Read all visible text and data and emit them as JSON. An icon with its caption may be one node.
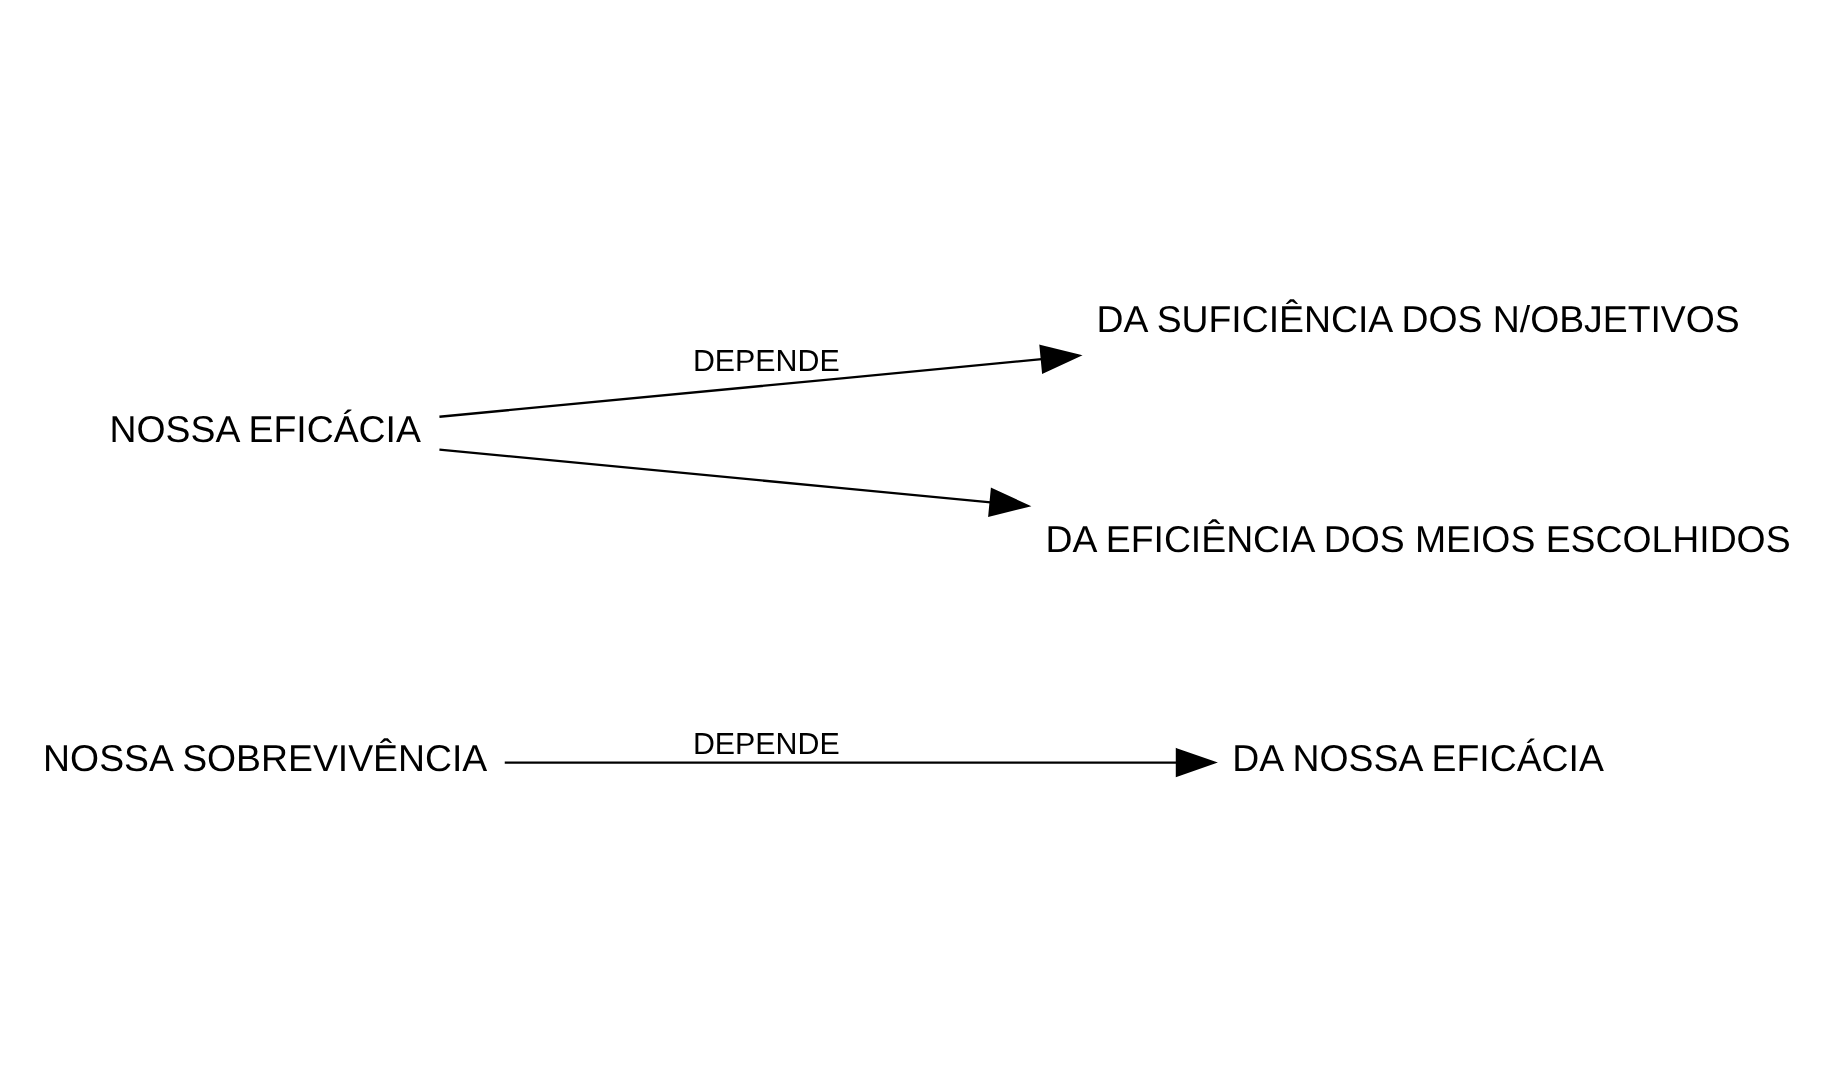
{
  "diagram": {
    "nodes": [
      {
        "text": [
          "NOSSA SOBREVIVÊNCIA"
        ]
      },
      {
        "text": [
          "DA NOSSA EFICÁCIA"
        ]
      },
      {
        "text": [
          "NOSSA EFICÁCIA"
        ]
      },
      {
        "text": [
          "DA SUFICIÊNCIA DOS N/OBJETIVOS"
        ]
      },
      {
        "text": [
          "DA EFICIÊNCIA DOS MEIOS ESCOLHIDOS"
        ]
      }
    ],
    "edges": [
      {
        "from": 0,
        "to": 1,
        "arrow": "to",
        "label": "DEPENDE"
      },
      {
        "from": 2,
        "to": 3,
        "arrow": "to",
        "label": "DEPENDE"
      },
      {
        "from": 2,
        "to": 4,
        "arrow": "to"
      }
    ]
  }
}
